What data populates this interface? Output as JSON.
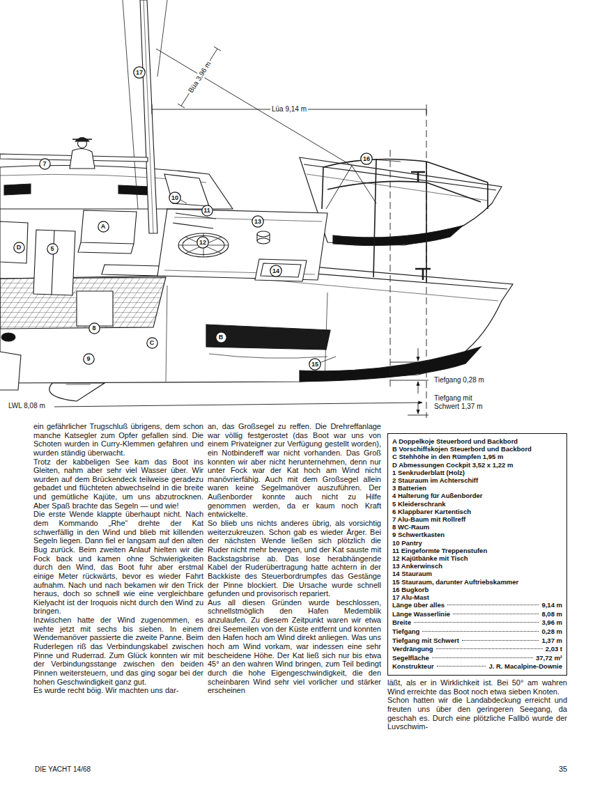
{
  "diagram": {
    "nodes": [
      {
        "text": [
          "17"
        ]
      },
      {
        "text": [
          "7"
        ]
      },
      {
        "text": [
          "16"
        ]
      },
      {
        "text": [
          "10"
        ]
      },
      {
        "text": [
          "11"
        ]
      },
      {
        "text": [
          "13"
        ]
      },
      {
        "text": [
          "A"
        ]
      },
      {
        "text": [
          "D"
        ]
      },
      {
        "text": [
          "12"
        ]
      },
      {
        "text": [
          "5"
        ]
      },
      {
        "text": [
          "14"
        ]
      },
      {
        "text": [
          "8"
        ]
      },
      {
        "text": [
          "B"
        ]
      },
      {
        "text": [
          "C"
        ]
      },
      {
        "text": [
          "9"
        ]
      },
      {
        "text": [
          "15"
        ]
      },
      {
        "text": [
          "A Doppelkoje Steuerbord und Backbord",
          "B Vorschiffskojen Steuerbord und Backbord",
          "C Stehhöhe in den Rümpfen 1,95 m",
          "D Abmessungen Cockpit 3,52 x 1,22 m",
          "1 Senkruderblatt (Holz)",
          "2 Stauraum im Achterschiff",
          "3 Batterien",
          "4 Halterung für Außenborder",
          "5 Kleiderschrank",
          "6 Klappbarer Kartentisch",
          "7 Alu-Baum mit Rollreff",
          "8 WC-Raum",
          "9 Schwertkasten",
          "10 Pantry",
          "11 Eingeformte Treppenstufen",
          "12 Kajütbänke mit Tisch",
          "13 Ankerwinsch",
          "14 Stauraum",
          "15 Stauraum, darunter Auftriebskammer",
          "16 Bugkorb",
          "17 Alu-Mast",
          "Länge über alles",
          "9,14 m",
          "Länge Wasserlinie",
          "8,08 m",
          "Breite",
          "3,96 m",
          "Tiefgang",
          "0,28 m",
          "Tiefgang mit Schwert",
          "1,37 m",
          "Verdrängung",
          "2,03 t",
          "Segelfläche",
          "37,72 m²",
          "Konstrukteur",
          "J. R. Macalpine-Downie"
        ]
      }
    ],
    "labels": [
      "Büa 3,96 m",
      "Lüa 9,14 m",
      "Tiefgang 0,28 m",
      "Tiefgang mit Schwert 1,37 m",
      "LWL 8,08 m",
      "ein gefährlicher Trugschluß übrigens, dem schon manche Katsegler zum Opfer gefallen sind. Die Schoten wurden in Curry-Klemmen gefahren und wurden ständig überwacht.",
      "Trotz der kabbeligen See kam das Boot ins Gleiten, nahm aber sehr viel Wasser über. Wir wurden auf dem Brückendeck teilweise geradezu gebadet und flüchteten abwechselnd in die breite und gemütliche Kajüte, um uns abzutrocknen. Aber Spaß brachte das Segeln — und wie!",
      "Die erste Wende klappte überhaupt nicht. Nach dem Kommando „Rhe“ drehte der Kat schwerfällig in den Wind und blieb mit killenden Segeln liegen. Dann fiel er langsam auf den alten Bug zurück. Beim zweiten Anlauf hielten wir die Fock back und kamen ohne Schwierigkeiten durch den Wind, das Boot fuhr aber erstmal einige Meter rückwärts, bevor es wieder Fahrt aufnahm. Nach und nach bekamen wir den Trick heraus, doch so schnell wie eine vergleichbare Kielyacht ist der Iroquois nicht durch den Wind zu bringen.",
      "Inzwischen hatte der Wind zugenommen, es wehte jetzt mit sechs bis sieben. In einem Wendemanöver passierte die zweite Panne. Beim Ruderlegen riß das Verbindungskabel zwischen Pinne und Ruderrad. Zum Glück konnten wir mit der Verbindungsstange zwischen den beiden Pinnen weitersteuern, und das ging sogar bei der hohen Geschwindigkeit ganz gut.",
      "Es wurde recht böig. Wir machten uns dar-",
      "an, das Großsegel zu reffen. Die Drehreffanlage war völlig festgerostet (das Boot war uns von einem Privateigner zur Verfügung gestellt worden), ein Notbindereff war nicht vorhanden. Das Groß konnten wir aber nicht herunternehmen, denn nur unter Fock war der Kat hoch am Wind nicht manövrierfähig. Auch mit dem Großsegel allein waren keine Segelmanöver auszuführen. Der Außenborder konnte auch nicht zu Hilfe genommen werden, da er kaum noch Kraft entwickelte.",
      "So blieb uns nichts anderes übrig, als vorsichtig weiterzukreuzen. Schon gab es wieder Ärger. Bei der nächsten Wende ließen sich plötzlich die Ruder nicht mehr bewegen, und der Kat sauste mit Backstagsbrise ab. Das lose herabhängende Kabel der Ruderübertragung hatte achtern in der Backkiste des Steuerbordrumpfes das Gestänge der Pinne blockiert. Die Ursache wurde schnell gefunden und provisorisch repariert.",
      "Aus all diesen Gründen wurde beschlossen, schnellstmöglich den Hafen Medemblik anzulaufen. Zu diesem Zeitpunkt waren wir etwa drei Seemeilen von der Küste entfernt und konnten den Hafen hoch am Wind direkt anliegen. Was uns hoch am Wind vorkam, war indessen eine sehr bescheidene Höhe. Der Kat ließ sich nur bis etwa 45° an den wahren Wind bringen, zum Teil bedingt durch die hohe Eigengeschwindigkeit, die den scheinbaren Wind sehr viel vorlicher und stärker erscheinen",
      "läßt, als er in Wirklichkeit ist. Bei 50° am wahren Wind erreichte das Boot noch etwa sieben Knoten.",
      "Schon hatten wir die Landabdeckung erreicht und freuten uns über den geringeren Seegang, da geschah es. Durch eine plötzliche Fallbö wurde der Luvschwim-",
      "DIE YACHT 14/68",
      "35"
    ]
  }
}
